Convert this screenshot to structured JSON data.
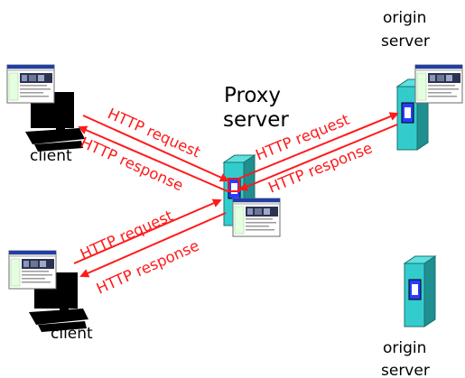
{
  "labels": {
    "proxy_line1": "Proxy",
    "proxy_line2": "server",
    "client_top": "client",
    "client_bottom": "client",
    "origin_top_line1": "origin",
    "origin_top_line2": "server",
    "origin_bottom_line1": "origin",
    "origin_bottom_line2": "server"
  },
  "arrows": {
    "client1_request": "HTTP request",
    "client1_response": "HTTP response",
    "client2_request": "HTTP request",
    "client2_response": "HTTP response",
    "origin_request": "HTTP request",
    "origin_response": "HTTP response"
  },
  "colors": {
    "arrow": "#ff1a1a",
    "server_teal": "#33cccc",
    "server_dark": "#1f6f6f",
    "disk_blue": "#2a3cff",
    "monitor": "#000000"
  },
  "icons": {
    "client_computer": "desktop-computer-icon",
    "server_tower": "server-tower-icon",
    "web_page": "web-page-screenshot-icon"
  }
}
